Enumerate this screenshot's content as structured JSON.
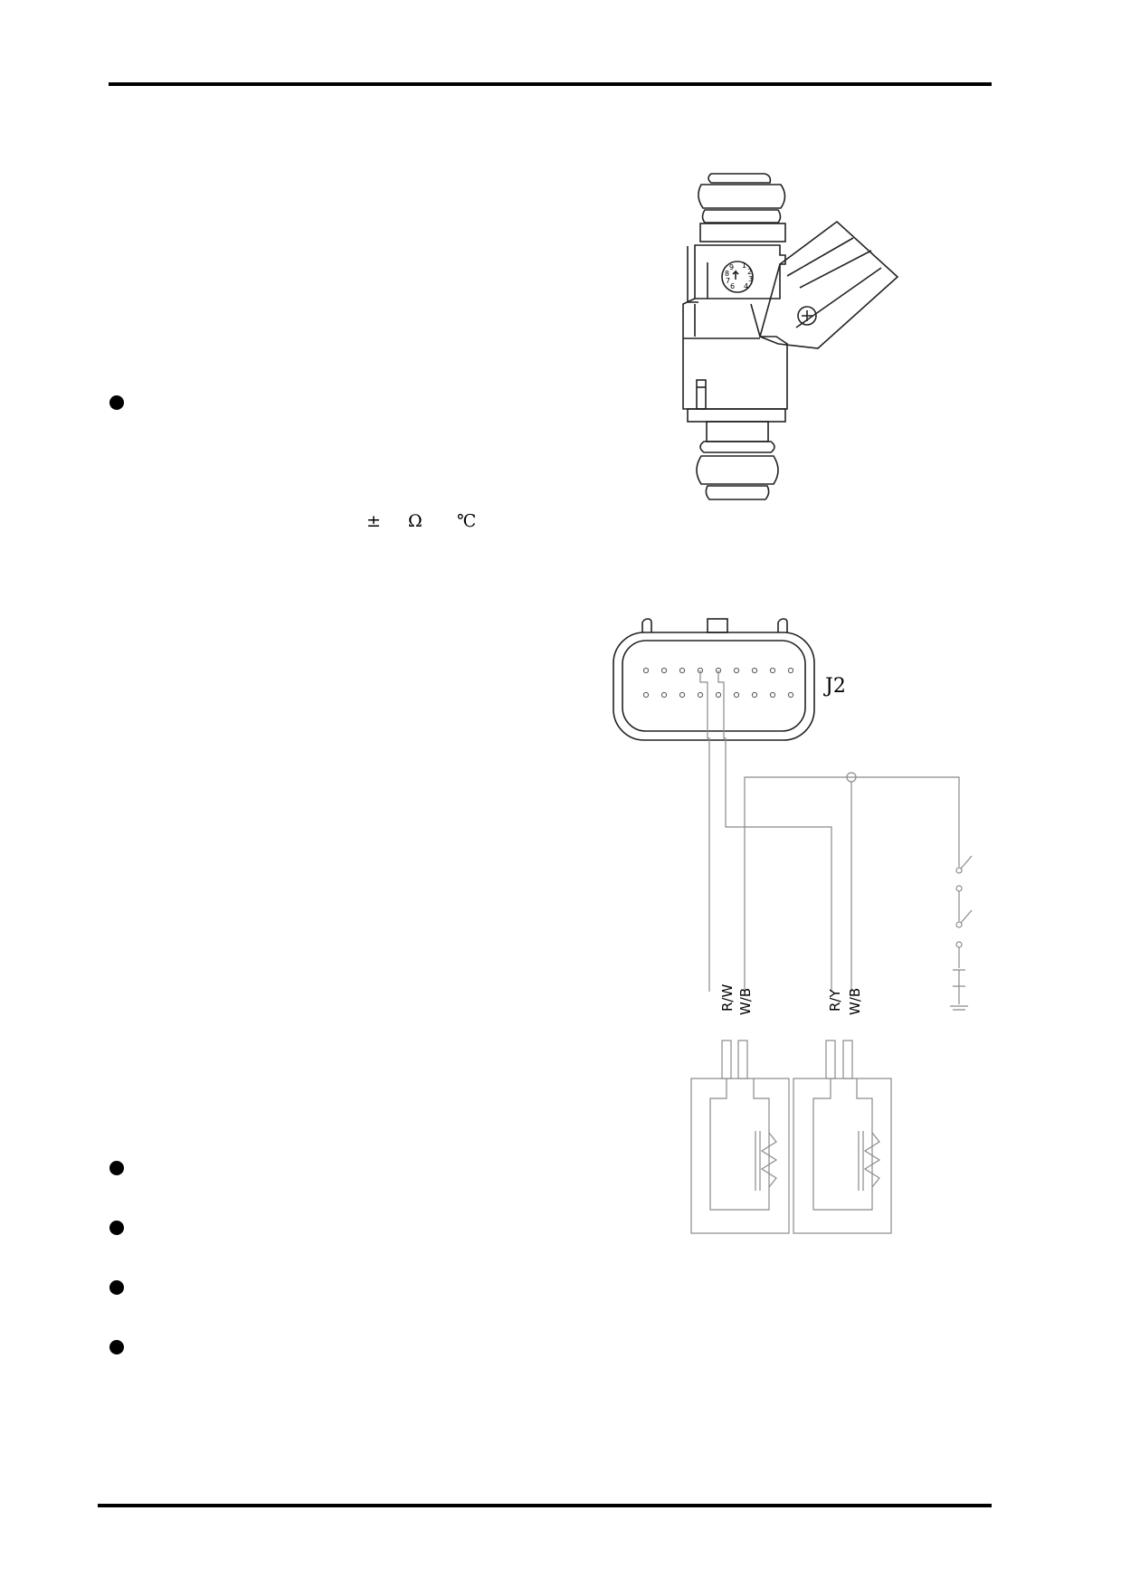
{
  "page": {
    "specs_symbols": {
      "plus_minus": "±",
      "ohm": "Ω",
      "celsius": "℃"
    }
  },
  "injector": {
    "cap_digits": [
      "9",
      "1",
      "8",
      "2",
      "7",
      "3",
      "6",
      "4"
    ]
  },
  "wiring": {
    "connector_label": "J2",
    "wire_labels": [
      "R/W",
      "W/B",
      "R/Y",
      "W/B"
    ]
  }
}
